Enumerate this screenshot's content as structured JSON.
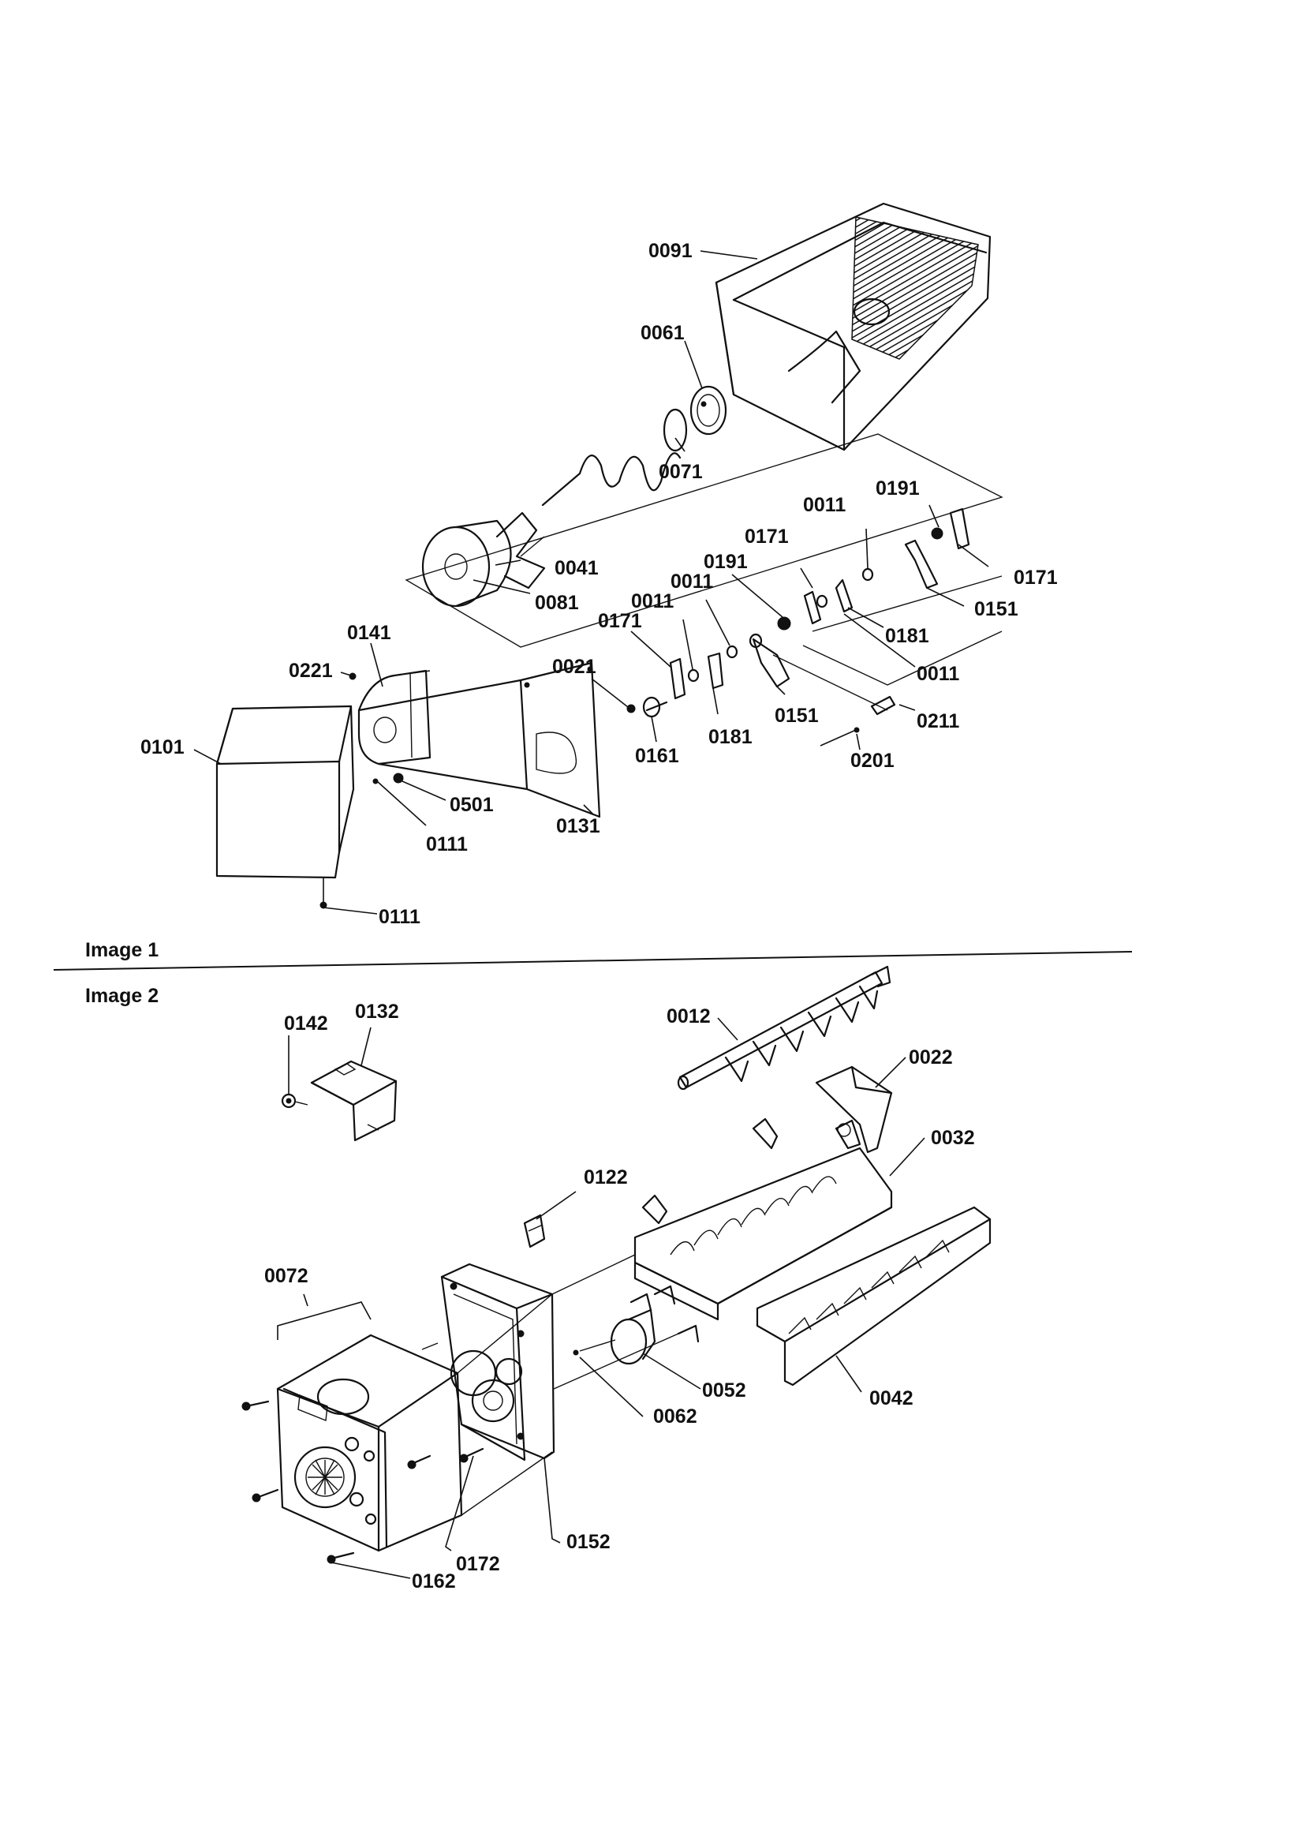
{
  "sections": {
    "image1": "Image 1",
    "image2": "Image 2"
  },
  "labels": {
    "l0091": "0091",
    "l0061": "0061",
    "l0071": "0071",
    "l0191a": "0191",
    "l0011a": "0011",
    "l0171a": "0171",
    "l0171b": "0171",
    "l0191b": "0191",
    "l0011b": "0011",
    "l0011c": "0011",
    "l0171c": "0171",
    "l0041": "0041",
    "l0081": "0081",
    "l0151a": "0151",
    "l0181a": "0181",
    "l0011d": "0011",
    "l0141": "0141",
    "l0221": "0221",
    "l0021": "0021",
    "l0101": "0101",
    "l0161": "0161",
    "l0181b": "0181",
    "l0151b": "0151",
    "l0211": "0211",
    "l0201": "0201",
    "l0501": "0501",
    "l0111a": "0111",
    "l0131": "0131",
    "l0111b": "0111",
    "l0142": "0142",
    "l0132": "0132",
    "l0012": "0012",
    "l0022": "0022",
    "l0032": "0032",
    "l0122": "0122",
    "l0072": "0072",
    "l0052": "0052",
    "l0062": "0062",
    "l0042": "0042",
    "l0152": "0152",
    "l0172": "0172",
    "l0162": "0162"
  }
}
